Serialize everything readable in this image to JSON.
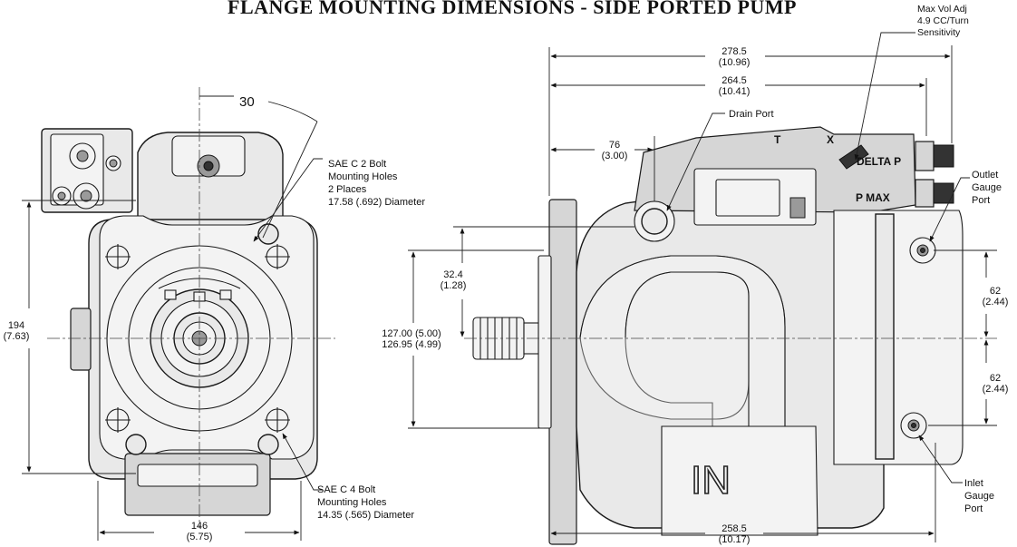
{
  "title": "FLANGE MOUNTING DIMENSIONS - SIDE PORTED PUMP",
  "front_view": {
    "angle": "30",
    "callout_2bolt": [
      "SAE C 2 Bolt",
      "Mounting Holes",
      "2 Places",
      "17.58 (.692) Diameter"
    ],
    "callout_4bolt": [
      "SAE C 4 Bolt",
      "Mounting Holes",
      "14.35 (.565) Diameter"
    ],
    "height_mm": "194",
    "height_in": "(7.63)",
    "width_mm": "146",
    "width_in": "(5.75)"
  },
  "side_view": {
    "max_vol_adj": [
      "Max Vol Adj",
      "4.9 CC/Turn",
      "Sensitivity"
    ],
    "drain_port": "Drain Port",
    "outlet_gauge_port": [
      "Outlet",
      "Gauge",
      "Port"
    ],
    "inlet_gauge_port": [
      "Inlet",
      "Gauge",
      "Port"
    ],
    "overall_length_mm": "278.5",
    "overall_length_in": "(10.96)",
    "length_2_mm": "264.5",
    "length_2_in": "(10.41)",
    "drain_offset_mm": "76",
    "drain_offset_in": "(3.00)",
    "drain_height_mm": "32.4",
    "drain_height_in": "(1.28)",
    "pilot_dia_line1": "127.00 (5.00)",
    "pilot_dia_line2": "126.95 (4.99)",
    "upper_gauge_mm": "62",
    "upper_gauge_in": "(2.44)",
    "lower_gauge_mm": "62",
    "lower_gauge_in": "(2.44)",
    "body_length_mm": "258.5",
    "body_length_in": "(10.17)",
    "plate_t": "T",
    "plate_x": "X",
    "plate_delta_p": "DELTA P",
    "plate_p_max": "P MAX",
    "inlet_marking": "IN"
  }
}
